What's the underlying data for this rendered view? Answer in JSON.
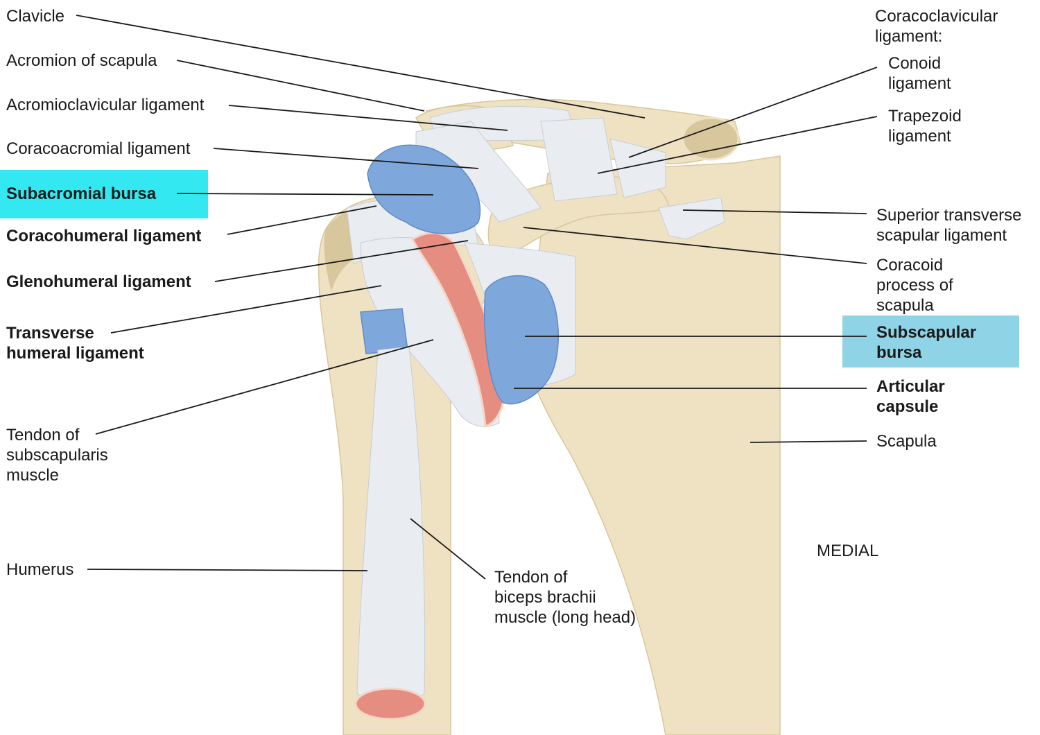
{
  "colors": {
    "highlight_subacromial": "#33e8f0",
    "highlight_subscapular": "#8fd3e6",
    "bone": "#eee2c2",
    "bone_shadow": "#d8c69c",
    "bursa": "#7ea8dc",
    "ligament": "#e9ecf0",
    "muscle_cut": "#e58d80",
    "leader": "#1a1a1a"
  },
  "labels": {
    "clavicle": [
      "Clavicle"
    ],
    "acromion": [
      "Acromion of scapula"
    ],
    "acromioclavicular": [
      "Acromioclavicular ligament"
    ],
    "coracoacromial": [
      "Coracoacromial ligament"
    ],
    "subacromial_bursa": [
      "Subacromial bursa"
    ],
    "coracohumeral": [
      "Coracohumeral ligament"
    ],
    "glenohumeral": [
      "Glenohumeral ligament"
    ],
    "transverse_humeral": [
      "Transverse",
      "humeral ligament"
    ],
    "subscapularis_tendon": [
      "Tendon of",
      "subscapularis",
      "muscle"
    ],
    "humerus": [
      "Humerus"
    ],
    "biceps_tendon": [
      "Tendon of",
      "biceps brachii",
      "muscle (long head)"
    ],
    "coracoclavicular": [
      "Coracoclavicular",
      "ligament:"
    ],
    "conoid": [
      "Conoid",
      "ligament"
    ],
    "trapezoid": [
      "Trapezoid",
      "ligament"
    ],
    "superior_transverse": [
      "Superior transverse",
      "scapular ligament"
    ],
    "coracoid": [
      "Coracoid",
      "process of",
      "scapula"
    ],
    "subscapular_bursa": [
      "Subscapular",
      "bursa"
    ],
    "articular_capsule": [
      "Articular",
      "capsule"
    ],
    "scapula": [
      "Scapula"
    ],
    "medial": [
      "MEDIAL"
    ]
  }
}
